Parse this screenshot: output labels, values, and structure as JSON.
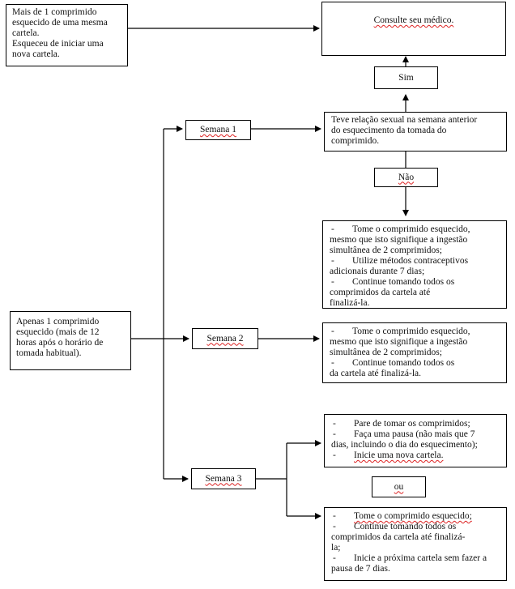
{
  "boxes": {
    "forgot_many": [
      "Mais de 1 comprimido",
      "esquecido de uma mesma",
      "cartela.",
      "Esqueceu de iniciar uma",
      "nova cartela."
    ],
    "consult": "Consulte seu médico.",
    "sim": "Sim",
    "question": [
      "Teve relação sexual na semana anterior",
      "do esquecimento da tomada do",
      "comprimido."
    ],
    "nao": "Não",
    "forgot_one": [
      "Apenas 1 comprimido",
      "esquecido (mais de 12",
      "horas após o horário de",
      "tomada habitual)."
    ]
  },
  "weeks": {
    "week1": "Semana 1",
    "week2": "Semana 2",
    "week3": "Semana 3"
  },
  "week1_actions": [
    {
      "dash": "-",
      "text": "Tome o comprimido esquecido,",
      "cont": [
        "mesmo que isto signifique a ingestão",
        "simultânea de 2 comprimidos;"
      ]
    },
    {
      "dash": "-",
      "text": "Utilize métodos contraceptivos",
      "cont": [
        "adicionais durante 7 dias;"
      ]
    },
    {
      "dash": "-",
      "text": "Continue tomando todos os",
      "cont": [
        "comprimidos da cartela até",
        "finalizá-la."
      ]
    }
  ],
  "week2_actions": [
    {
      "dash": "-",
      "text": "Tome o comprimido esquecido,",
      "cont": [
        "mesmo que isto signifique a ingestão",
        "simultânea de 2 comprimidos;"
      ]
    },
    {
      "dash": "-",
      "text": "Continue tomando todos os",
      "cont": [
        "da cartela até finalizá-la."
      ]
    }
  ],
  "week3_option_a": [
    {
      "dash": "-",
      "text": "Pare de tomar os comprimidos;",
      "cont": []
    },
    {
      "dash": "-",
      "text": "Faça uma pausa (não mais que 7",
      "cont": [
        "dias, incluindo o dia do esquecimento);"
      ]
    },
    {
      "dash": "-",
      "text": "Inicie uma nova cartela.",
      "cont": []
    }
  ],
  "ou": "ou",
  "week3_option_b": [
    {
      "dash": "-",
      "text": "Tome o comprimido esquecido;",
      "cont": []
    },
    {
      "dash": "-",
      "text": "Continue tomando todos os",
      "cont": [
        "comprimidos da cartela até finalizá-",
        "la;"
      ]
    },
    {
      "dash": "-",
      "text": "Inicie a próxima cartela sem fazer a",
      "cont": [
        "pausa de 7 dias."
      ]
    }
  ]
}
